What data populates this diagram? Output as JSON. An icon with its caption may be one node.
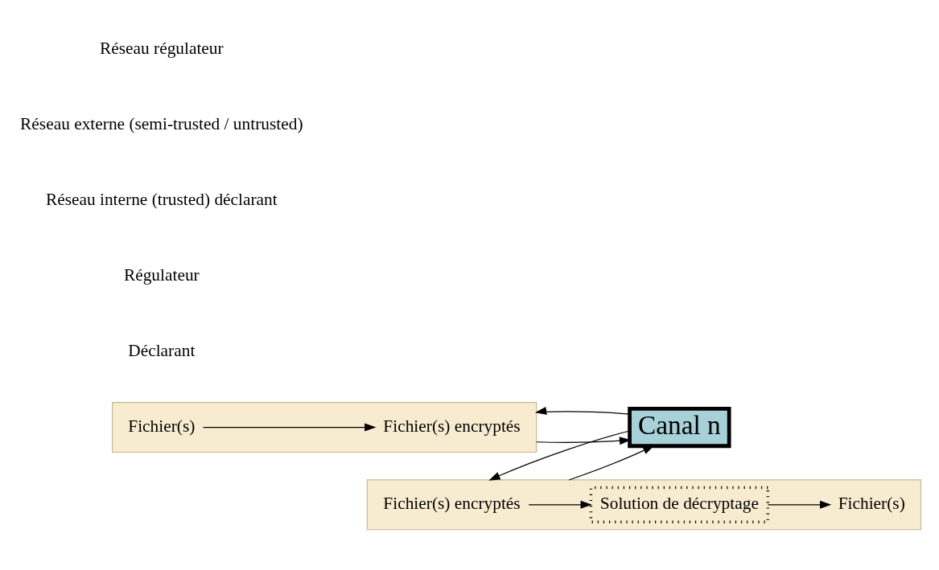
{
  "diagram": {
    "nodes": [
      {
        "text": [],
        "shape": "box"
      },
      {
        "text": [
          "Fichier(s)"
        ],
        "in": 0
      },
      {
        "text": [
          "Fichier(s) encryptés"
        ],
        "in": 0
      },
      {
        "text": [
          "Canal n"
        ]
      },
      {
        "text": [],
        "shape": "box"
      },
      {
        "text": [
          "Fichier(s)"
        ],
        "in": 4
      },
      {
        "text": [
          "Solution de décryptage"
        ],
        "in": 4
      },
      {
        "text": [
          "Fichier(s) encryptés"
        ],
        "in": 4
      }
    ],
    "edges": [
      {
        "from": 1,
        "to": 2,
        "arrow": "to"
      },
      {
        "from": 0,
        "to": 3,
        "arrow": "to"
      },
      {
        "from": 3,
        "to": 0,
        "arrow": "to"
      },
      {
        "from": 3,
        "to": 4,
        "arrow": "to"
      },
      {
        "from": 4,
        "to": 3,
        "arrow": "to"
      },
      {
        "from": 7,
        "to": 6,
        "arrow": "to"
      },
      {
        "from": 6,
        "to": 5,
        "arrow": "to"
      }
    ],
    "labels": [
      "Déclarant",
      "Régulateur",
      "Réseau interne (trusted) déclarant",
      "Réseau externe (semi-trusted / untrusted)",
      "Réseau régulateur"
    ]
  }
}
